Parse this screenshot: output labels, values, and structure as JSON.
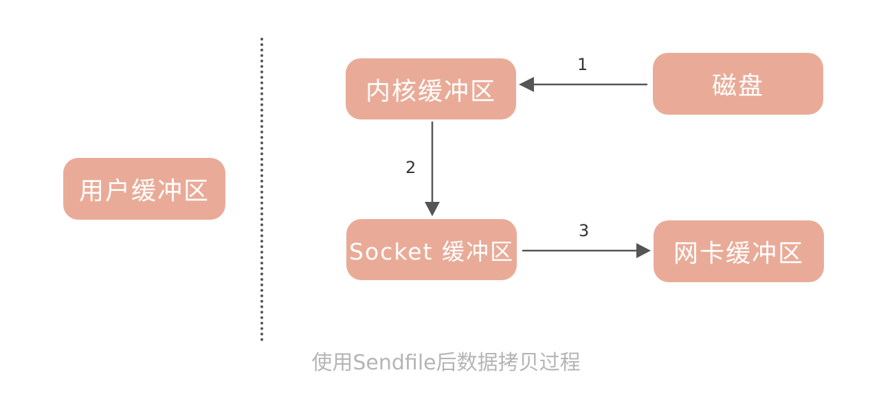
{
  "nodes": {
    "user_buffer": "用户缓冲区",
    "kernel_buffer": "内核缓冲区",
    "disk": "磁盘",
    "socket_buffer": "Socket 缓冲区",
    "nic_buffer": "网卡缓冲区"
  },
  "steps": {
    "step1": "1",
    "step2": "2",
    "step3": "3"
  },
  "caption": "使用Sendfile后数据拷贝过程",
  "colors": {
    "box_fill": "#e9ab98",
    "box_text": "#ffffff",
    "arrow": "#555555",
    "caption": "#b5b5b5"
  }
}
